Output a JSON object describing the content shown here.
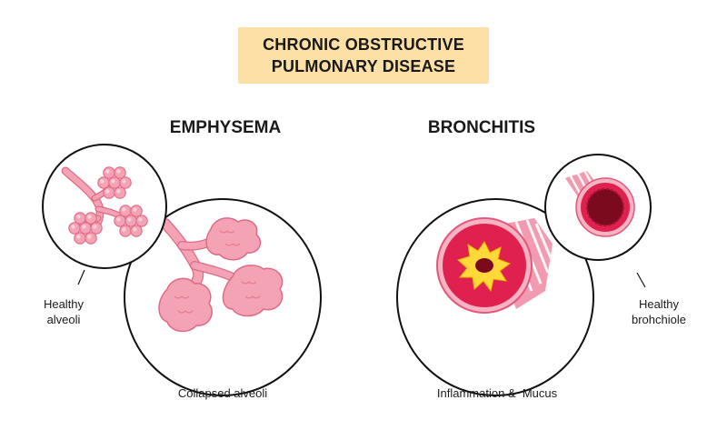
{
  "title": {
    "line1": "CHRONIC OBSTRUCTIVE",
    "line2": "PULMONARY DISEASE"
  },
  "emphysema": {
    "heading": "EMPHYSEMA",
    "healthy_label": {
      "line1": "Healthy",
      "line2": "alveoli"
    },
    "collapsed_label": "Collapsed alveoli"
  },
  "bronchitis": {
    "heading": "BRONCHITIS",
    "healthy_label": {
      "line1": "Healthy",
      "line2": "brohchiole"
    },
    "inflammation_label": "Inflammation &  Mucus"
  },
  "colors": {
    "title_bg": "#fde0a6",
    "alveoli_fill": "#f4a3b4",
    "alveoli_stroke": "#e06a86",
    "airway_red": "#e0204f",
    "mucus_yellow": "#ffd93a",
    "dark_red": "#7c0a1e"
  }
}
